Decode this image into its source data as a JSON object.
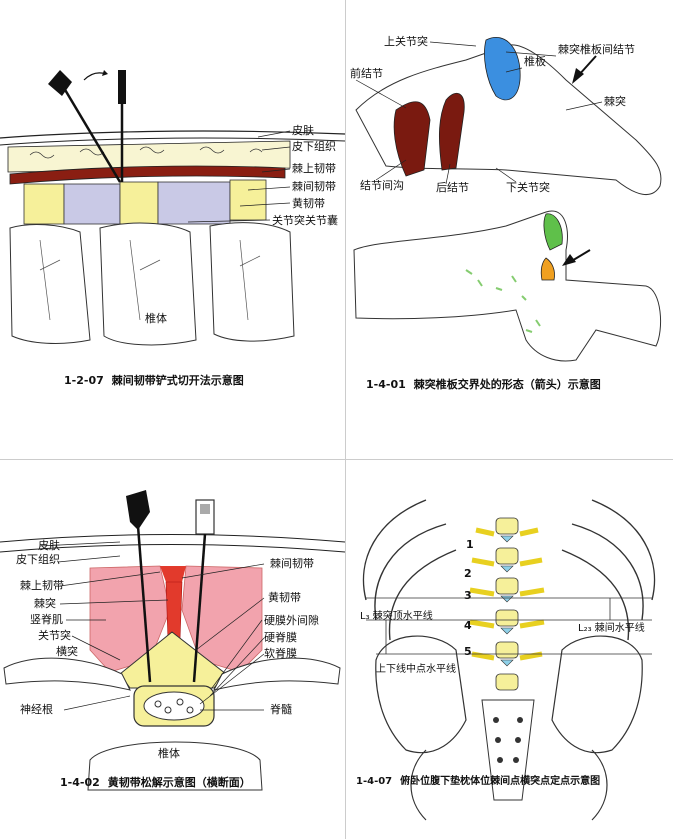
{
  "panels": {
    "p1": {
      "number": "1-2-07",
      "caption": "棘间韧带铲式切开法示意图",
      "labels": {
        "skin": "皮肤",
        "subcutaneous": "皮下组织",
        "supraspinous": "棘上韧带",
        "interspinous": "棘间韧带",
        "flavum": "黄韧带",
        "facet_capsule": "关节突关节囊",
        "vertebral_body": "椎体"
      }
    },
    "p2": {
      "number": "1-4-01",
      "caption": "棘突椎板交界处的形态（箭头）示意图",
      "labels": {
        "superior_articular": "上关节突",
        "spinolaminar_junction": "棘突椎板间结节",
        "anterior_tubercle": "前结节",
        "lamina": "椎板",
        "spinous_process": "棘突",
        "intertubercular_groove": "结节间沟",
        "posterior_tubercle": "后结节",
        "inferior_articular": "下关节突"
      }
    },
    "p3": {
      "number": "1-4-02",
      "caption": "黄韧带松解示意图（横断面）",
      "labels": {
        "skin": "皮肤",
        "subcutaneous": "皮下组织",
        "supraspinous": "棘上韧带",
        "spinous_process": "棘突",
        "erector_spinae": "竖脊肌",
        "articular_process": "关节突",
        "transverse_process": "横突",
        "nerve_root": "神经根",
        "vertebral_body": "椎体",
        "interspinous": "棘间韧带",
        "flavum": "黄韧带",
        "epidural_space": "硬膜外间隙",
        "dura": "硬脊膜",
        "pia": "软脊膜",
        "spinal_cord": "脊髓"
      }
    },
    "p4": {
      "number": "1-4-07",
      "caption": "俯卧位腹下垫枕体位棘间点横突点定点示意图",
      "labels": {
        "l3_spinous": "L₃ 棘突顶水平线",
        "l23_interspinous": "L₂₃ 棘间水平线",
        "midpoint": "上下线中点水平线"
      },
      "vertebra_numbers": [
        "1",
        "2",
        "3",
        "4",
        "5"
      ]
    }
  },
  "colors": {
    "ligament_red": "#e23a2c",
    "yellow_ligament": "#f6f09a",
    "interspinous_blue": "#c9c9e6",
    "muscle_pink": "#f2a3ad",
    "dark_red": "#7a1a10",
    "blue_tip": "#3b8fe0",
    "green_tip": "#5fc04a",
    "orange_tip": "#f0a020"
  }
}
